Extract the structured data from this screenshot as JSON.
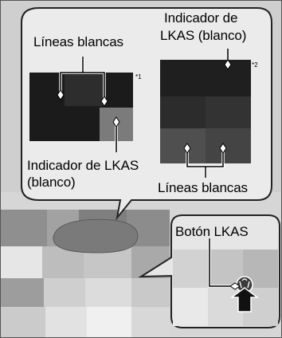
{
  "labels": {
    "white_lines_left": "Líneas blancas",
    "lkas_indicator_left_line1": "Indicador de LKAS",
    "lkas_indicator_left_line2": "(blanco)",
    "lkas_indicator_right_line1": "Indicador de",
    "lkas_indicator_right_line2": "LKAS (blanco)",
    "white_lines_right": "Líneas blancas",
    "lkas_button": "Botón LKAS"
  },
  "footnotes": {
    "note1": "*1",
    "note2": "*2"
  },
  "colors": {
    "callout_fill": "#e9e9e9",
    "display_dark": "#1f1f1f",
    "outline": "#222222"
  }
}
